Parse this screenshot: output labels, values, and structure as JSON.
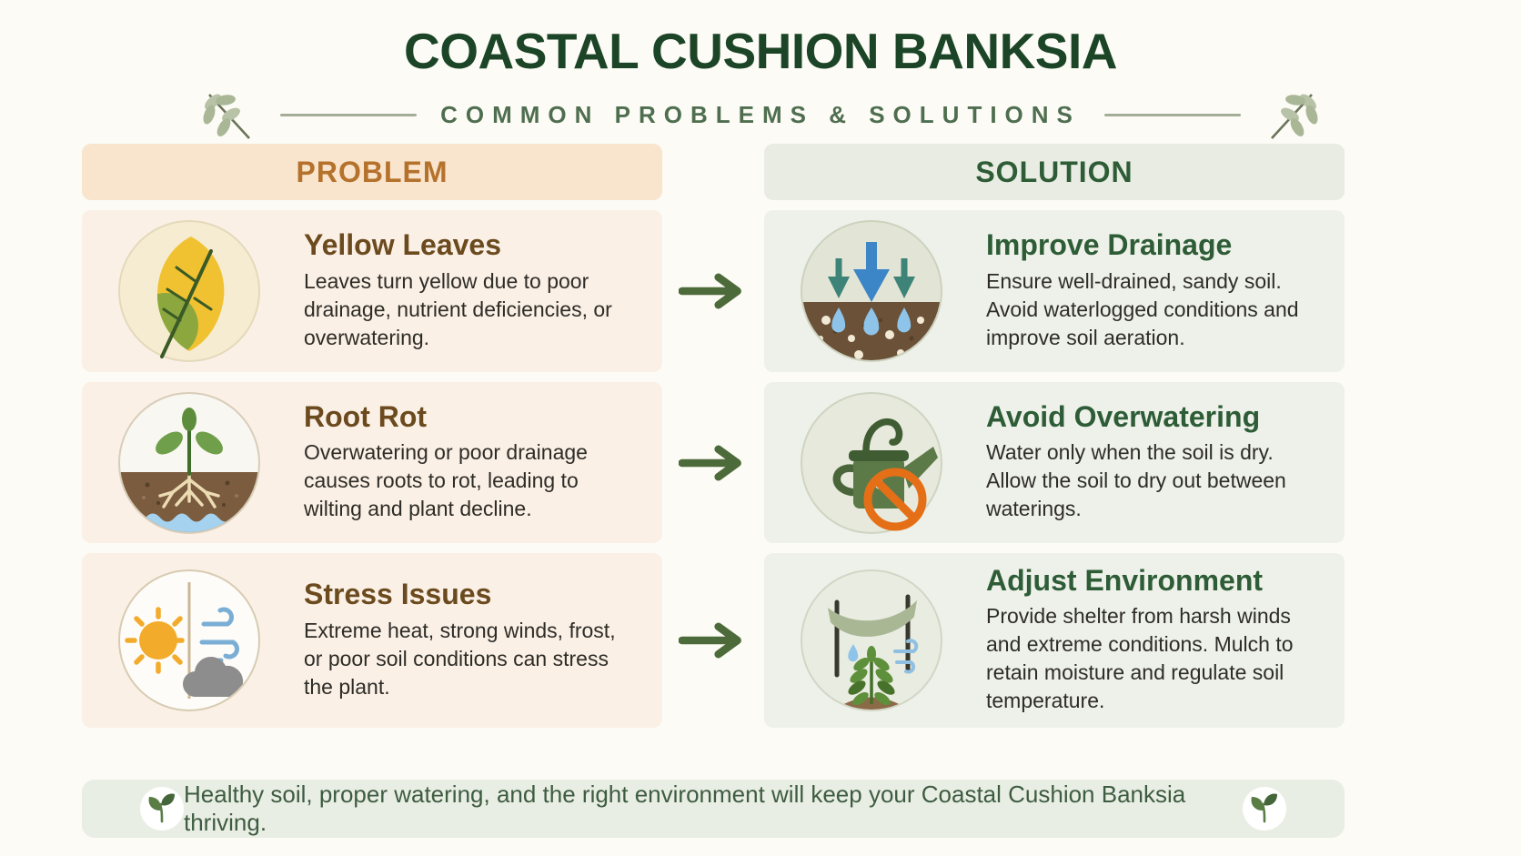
{
  "page": {
    "title": "COASTAL CUSHION BANKSIA",
    "subtitle": "COMMON PROBLEMS & SOLUTIONS"
  },
  "columns": {
    "problem_label": "PROBLEM",
    "solution_label": "SOLUTION"
  },
  "rows": [
    {
      "problem": {
        "icon": "yellow-leaf-icon",
        "title": "Yellow Leaves",
        "description": "Leaves turn yellow due to poor drainage, nutrient deficiencies, or overwatering."
      },
      "solution": {
        "icon": "drainage-icon",
        "title": "Improve Drainage",
        "description": "Ensure well-drained, sandy soil. Avoid waterlogged conditions and improve soil aeration."
      }
    },
    {
      "problem": {
        "icon": "root-rot-icon",
        "title": "Root Rot",
        "description": "Overwatering or poor drainage causes roots to rot, leading to wilting and plant decline."
      },
      "solution": {
        "icon": "no-overwatering-icon",
        "title": "Avoid Overwatering",
        "description": "Water only when the soil is dry. Allow the soil to dry out between waterings."
      }
    },
    {
      "problem": {
        "icon": "weather-stress-icon",
        "title": "Stress Issues",
        "description": "Extreme heat, strong winds, frost, or poor soil conditions can stress the plant."
      },
      "solution": {
        "icon": "shelter-icon",
        "title": "Adjust Environment",
        "description": "Provide shelter from harsh winds and extreme conditions. Mulch to retain moisture and regulate soil temperature."
      }
    }
  ],
  "footer": {
    "text": "Healthy soil, proper watering, and the right environment will keep your Coastal Cushion Banksia thriving.",
    "icon": "sprout-icon"
  },
  "colors": {
    "page_bg": "#fcfbf5",
    "title_green": "#1c4527",
    "subtitle_green": "#4f6e50",
    "problem_accent": "#b5722c",
    "problem_header_bg": "#f9e5ce",
    "problem_card_bg": "#faf0e6",
    "problem_title_brown": "#6b4a1e",
    "solution_accent": "#2d5c36",
    "solution_header_bg": "#e8ece2",
    "solution_card_bg": "#eef1e9",
    "arrow_green": "#4d6b3a",
    "footer_bg": "#e9eee4",
    "footer_text_green": "#3e5c41",
    "body_text": "#2e2c27"
  }
}
